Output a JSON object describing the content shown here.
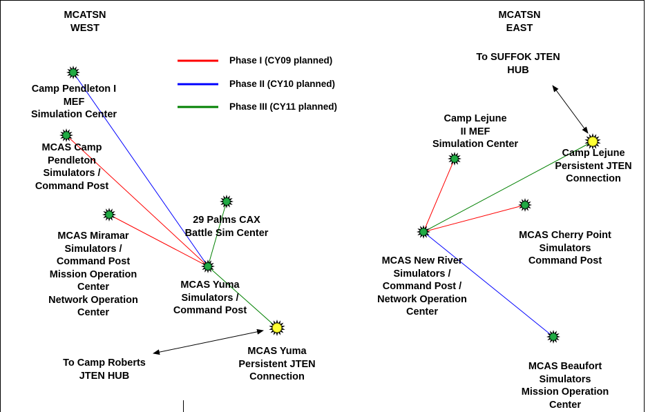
{
  "diagram": {
    "regions": {
      "west": [
        "MCATSN",
        "WEST"
      ],
      "east": [
        "MCATSN",
        "EAST"
      ]
    },
    "legend": [
      {
        "phase": "Phase I (CY09 planned)",
        "color": "#ff0000"
      },
      {
        "phase": "Phase II (CY10 planned)",
        "color": "#0000ff"
      },
      {
        "phase": "Phase III (CY11 planned)",
        "color": "#008000"
      }
    ],
    "nodes": {
      "pendleton_mef": {
        "lines": [
          "Camp Pendleton I",
          "MEF",
          "Simulation Center"
        ],
        "marker": "green"
      },
      "mcas_pendleton": {
        "lines": [
          "MCAS Camp",
          "Pendleton",
          "Simulators /",
          "Command Post"
        ],
        "marker": "green"
      },
      "miramar": {
        "lines": [
          "MCAS Miramar",
          "Simulators /",
          "Command Post",
          "Mission Operation",
          "Center",
          "Network Operation",
          "Center"
        ],
        "marker": "green"
      },
      "palms": {
        "lines": [
          "29 Palms CAX",
          "Battle Sim Center"
        ],
        "marker": "green"
      },
      "yuma": {
        "lines": [
          "MCAS Yuma",
          "Simulators /",
          "Command Post"
        ],
        "marker": "green"
      },
      "yuma_jten": {
        "lines": [
          "MCAS Yuma",
          "Persistent JTEN",
          "Connection"
        ],
        "marker": "yellow"
      },
      "roberts_hub": {
        "lines": [
          "To Camp Roberts",
          "JTEN HUB"
        ]
      },
      "suffok_hub": {
        "lines": [
          "To SUFFOK JTEN",
          "HUB"
        ]
      },
      "lejune_mef": {
        "lines": [
          "Camp Lejune",
          "II MEF",
          "Simulation Center"
        ],
        "marker": "green"
      },
      "lejune_jten": {
        "lines": [
          "Camp Lejune",
          "Persistent JTEN",
          "Connection"
        ],
        "marker": "yellow"
      },
      "cherry_point": {
        "lines": [
          "MCAS Cherry Point",
          "Simulators",
          "Command Post"
        ],
        "marker": "green"
      },
      "new_river": {
        "lines": [
          "MCAS New River",
          "Simulators /",
          "Command Post /",
          "Network Operation",
          "Center"
        ],
        "marker": "green"
      },
      "beaufort": {
        "lines": [
          "MCAS Beaufort",
          "Simulators",
          "Mission Operation",
          "Center"
        ],
        "marker": "green"
      }
    },
    "links": [
      {
        "from": "pendleton_mef",
        "to": "yuma",
        "phase": "Phase II (CY10 planned)",
        "color": "#0000ff"
      },
      {
        "from": "mcas_pendleton",
        "to": "yuma",
        "phase": "Phase I (CY09 planned)",
        "color": "#ff0000"
      },
      {
        "from": "miramar",
        "to": "yuma",
        "phase": "Phase I (CY09 planned)",
        "color": "#ff0000"
      },
      {
        "from": "palms",
        "to": "yuma",
        "phase": "Phase III (CY11 planned)",
        "color": "#008000"
      },
      {
        "from": "yuma",
        "to": "yuma_jten",
        "phase": "Phase III (CY11 planned)",
        "color": "#008000"
      },
      {
        "from": "new_river",
        "to": "lejune_mef",
        "phase": "Phase I (CY09 planned)",
        "color": "#ff0000"
      },
      {
        "from": "new_river",
        "to": "cherry_point",
        "phase": "Phase I (CY09 planned)",
        "color": "#ff0000"
      },
      {
        "from": "new_river",
        "to": "lejune_jten",
        "phase": "Phase III (CY11 planned)",
        "color": "#008000"
      },
      {
        "from": "new_river",
        "to": "beaufort",
        "phase": "Phase II (CY10 planned)",
        "color": "#0000ff"
      }
    ],
    "hub_arrows": [
      {
        "from": "roberts_hub",
        "to": "yuma_jten"
      },
      {
        "from": "suffok_hub",
        "to": "lejune_jten"
      }
    ]
  }
}
